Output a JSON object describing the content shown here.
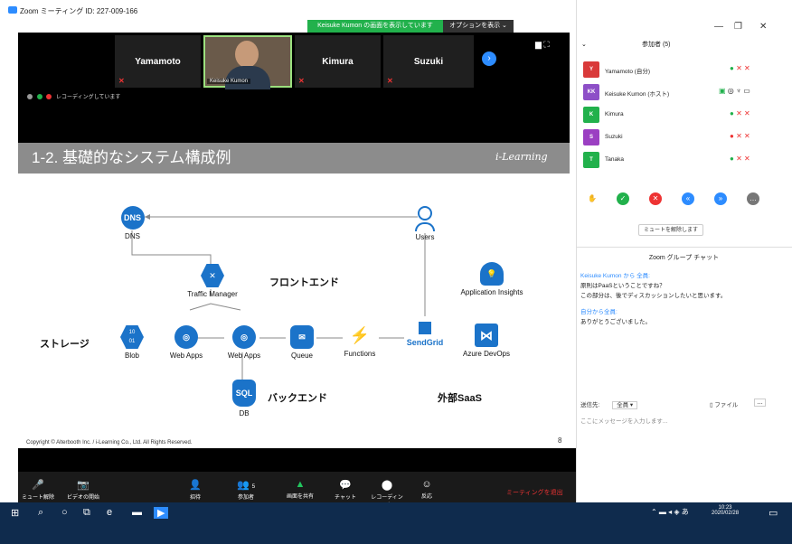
{
  "window": {
    "title": "Zoom ミーティング ID: 227-009-166"
  },
  "banner": {
    "viewing": "Keisuke Kumon の画面を表示しています",
    "options": "オプションを表示 ⌄"
  },
  "video": {
    "tiles": [
      {
        "name": "Yamamoto"
      },
      {
        "name": "Keisuke Kumon"
      },
      {
        "name": "Kimura"
      },
      {
        "name": "Suzuki"
      }
    ],
    "recording": "レコーディングしています"
  },
  "slide": {
    "title": "1-2. 基礎的なシステム構成例",
    "brand": "i-Learning",
    "nodes": {
      "dns": "DNS",
      "users": "Users",
      "traffic_manager": "Traffic Manager",
      "app_insights": "Application Insights",
      "blob": "Blob",
      "webapps1": "Web Apps",
      "webapps2": "Web Apps",
      "queue": "Queue",
      "functions": "Functions",
      "sendgrid": "SendGrid",
      "azure_devops": "Azure DevOps",
      "db": "DB"
    },
    "labels": {
      "frontend": "フロントエンド",
      "storage": "ストレージ",
      "backend": "バックエンド",
      "external": "外部SaaS"
    },
    "icon_text": {
      "dns": "DNS",
      "blob": "10\n01",
      "sql": "SQL"
    },
    "copyright": "Copyright © Alterbooth Inc. / i-Learning Co., Ltd. All Rights Reserved.",
    "page": "8"
  },
  "toolbar": {
    "mute": "ミュート解除",
    "video": "ビデオの開始",
    "invite": "招待",
    "participants": "参加者",
    "participants_count": "5",
    "share": "画面を共有",
    "chat": "チャット",
    "record": "レコーディング",
    "reactions": "反応",
    "leave": "ミーティングを退出"
  },
  "panel": {
    "participants_title": "参加者 (5)",
    "participants": [
      {
        "initials": "Y",
        "name": "Yamamoto (自分)",
        "color": "#d93a3a"
      },
      {
        "initials": "KK",
        "name": "Keisuke Kumon (ホスト)",
        "color": "#8d4fc7"
      },
      {
        "initials": "K",
        "name": "Kimura",
        "color": "#22b14c"
      },
      {
        "initials": "S",
        "name": "Suzuki",
        "color": "#9b3fc2"
      },
      {
        "initials": "T",
        "name": "Tanaka",
        "color": "#22b14c"
      }
    ],
    "unmute_all": "ミュートを解除します",
    "chat_title": "Zoom グループ チャット",
    "chat": [
      {
        "text": "Keisuke Kumon から 全員:",
        "blue": true
      },
      {
        "text": "原則はPaaSということですね？",
        "blue": false
      },
      {
        "text": "この部分は、後でディスカッションしたいと思います。",
        "blue": false
      },
      {
        "text": "自分から全員:",
        "blue": true
      },
      {
        "text": "ありがとうございました。",
        "blue": false
      }
    ],
    "send_to": "送信先:",
    "send_to_value": "全員 ▾",
    "file": "ファイル",
    "input_placeholder": "ここにメッセージを入力します..."
  },
  "taskbar": {
    "time": "10:23",
    "date": "2020/02/28"
  },
  "colors": {
    "zoom_blue": "#2d8cff",
    "green": "#22b14c",
    "azure": "#1b73c9"
  }
}
